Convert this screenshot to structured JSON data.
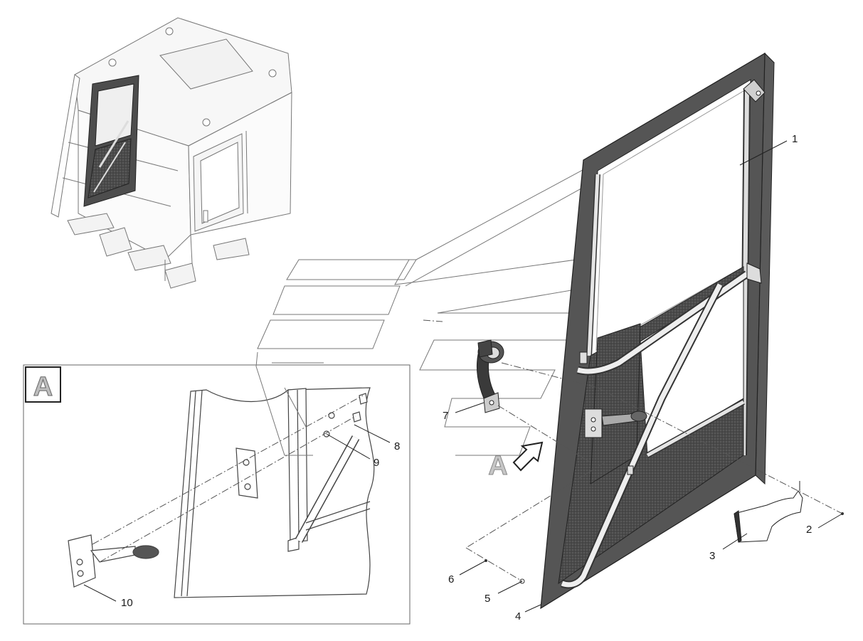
{
  "detail_view": {
    "label": "A"
  },
  "view_arrow": {
    "label": "A"
  },
  "callouts": {
    "c1": "1",
    "c2": "2",
    "c3": "3",
    "c4": "4",
    "c5": "5",
    "c6": "6",
    "c7": "7",
    "c8": "8",
    "c9": "9",
    "c10": "10"
  }
}
